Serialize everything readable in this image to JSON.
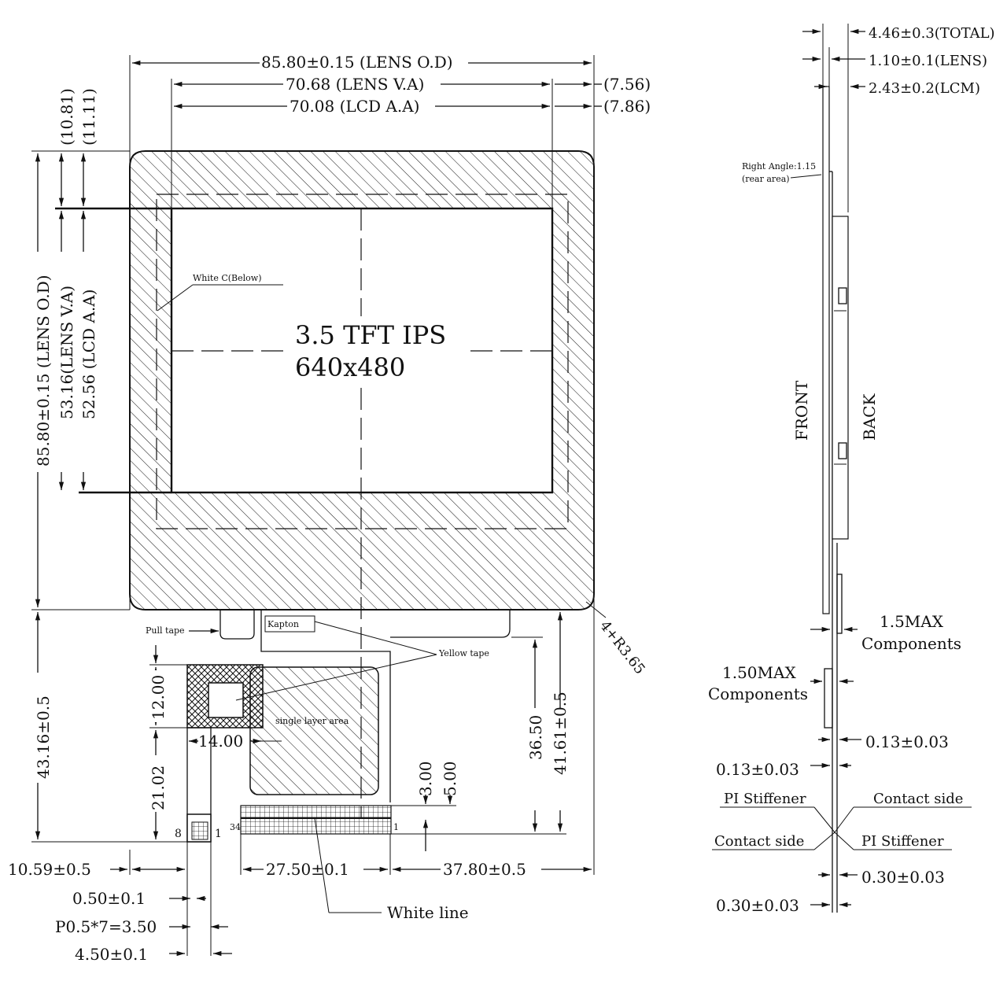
{
  "front_view": {
    "title": "3.5 TFT IPS",
    "resolution": "640x480",
    "dims_top": {
      "lens_od": "85.80±0.15 (LENS O.D)",
      "lens_va": "70.68 (LENS V.A)",
      "lcd_aa": "70.08 (LCD A.A)",
      "right_756": "(7.56)",
      "right_786": "(7.86)"
    },
    "dims_left": {
      "left_1081": "(10.81)",
      "left_1111": "(11.11)",
      "lens_od_v": "85.80±0.15 (LENS O.D)",
      "lens_va_v": "53.16(LENS V.A)",
      "lcd_aa_v": "52.56 (LCD A.A)",
      "fpc_height": "43.16±0.5"
    },
    "labels": {
      "white_c": "White C(Below)",
      "pull_tape": "Pull tape",
      "kapton": "Kapton",
      "yellow_tape": "Yellow tape",
      "single_layer": "single layer area",
      "white_line": "White line",
      "radius": "4+R3.65",
      "pin8": "8",
      "pin1": "1",
      "pin34": "34",
      "pin1b": "1"
    },
    "dims_bottom": {
      "d1200": "12.00",
      "d1400": "14.00",
      "d2102": "21.02",
      "d300": "3.00",
      "d500": "5.00",
      "d3650": "36.50",
      "d4161": "41.61±0.5",
      "d1059": "10.59±0.5",
      "d2750": "27.50±0.1",
      "d3780": "37.80±0.5",
      "d050": "0.50±0.1",
      "pitch": "P0.5*7=3.50",
      "d450": "4.50±0.1"
    }
  },
  "side_view": {
    "total": "4.46±0.3(TOTAL)",
    "lens": "1.10±0.1(LENS)",
    "lcm": "2.43±0.2(LCM)",
    "right_angle": "Right Angle:1.15",
    "rear_area": "(rear area)",
    "front": "FRONT",
    "back": "BACK",
    "comp1_a": "1.5MAX",
    "comp1_b": "Components",
    "comp2_a": "1.50MAX",
    "comp2_b": "Components",
    "t013a": "0.13±0.03",
    "t013b": "0.13±0.03",
    "pi_left": "PI Stiffener",
    "contact_right": "Contact side",
    "contact_left": "Contact side",
    "pi_right": "PI Stiffener",
    "t030a": "0.30±0.03",
    "t030b": "0.30±0.03"
  }
}
